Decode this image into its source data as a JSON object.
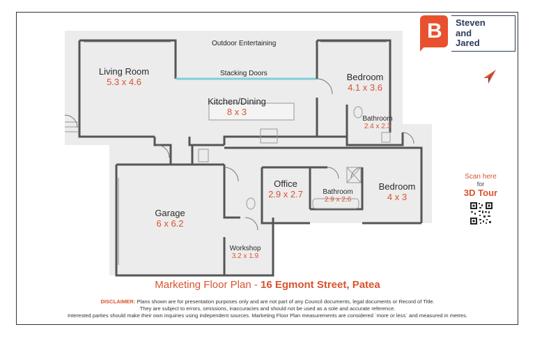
{
  "rooms": {
    "living": {
      "name": "Living Room",
      "dims": "5.3 x 4.6"
    },
    "kitchen": {
      "name": "Kitchen/Dining",
      "dims": "8 x 3"
    },
    "bedroom1": {
      "name": "Bedroom",
      "dims": "4.1 x 3.6"
    },
    "bathroom1": {
      "name": "Bathroom",
      "dims": "2.4 x 2.3"
    },
    "office": {
      "name": "Office",
      "dims": "2.9 x 2.7"
    },
    "bathroom2": {
      "name": "Bathroom",
      "dims": "2.9 x 2.6"
    },
    "bedroom2": {
      "name": "Bedroom",
      "dims": "4 x 3"
    },
    "garage": {
      "name": "Garage",
      "dims": "6 x 6.2"
    },
    "workshop": {
      "name": "Workshop",
      "dims": "3.2 x 1.9"
    }
  },
  "labels": {
    "outdoor": "Outdoor Entertaining",
    "stacking": "Stacking Doors"
  },
  "brand": {
    "logo_letter": "B",
    "line1": "Steven",
    "line2": "and",
    "line3": "Jared",
    "color": "#e8512d",
    "navy": "#2b3a5c"
  },
  "icons": {
    "compass": "north-arrow-icon",
    "qr": "qr-code-icon"
  },
  "scan": {
    "line1": "Scan here",
    "line2": "for",
    "line3": "3D Tour"
  },
  "title": {
    "prefix": "Marketing Floor Plan - ",
    "address": "16 Egmont Street, Patea"
  },
  "disclaimer": {
    "label": "DISCLAIMER:",
    "line1": "Plans shown are for presentation purposes only and are not part of any Council documents, legal documents or Record of Title.",
    "line2": "They are subject to errors, omissions, inaccuracies and should not be used as a sole and accurate reference.",
    "line3": "Interested parties should make their own inquiries using independent sources. Marketing Floor Plan measurements are considered `more or less` and measured in metres."
  }
}
